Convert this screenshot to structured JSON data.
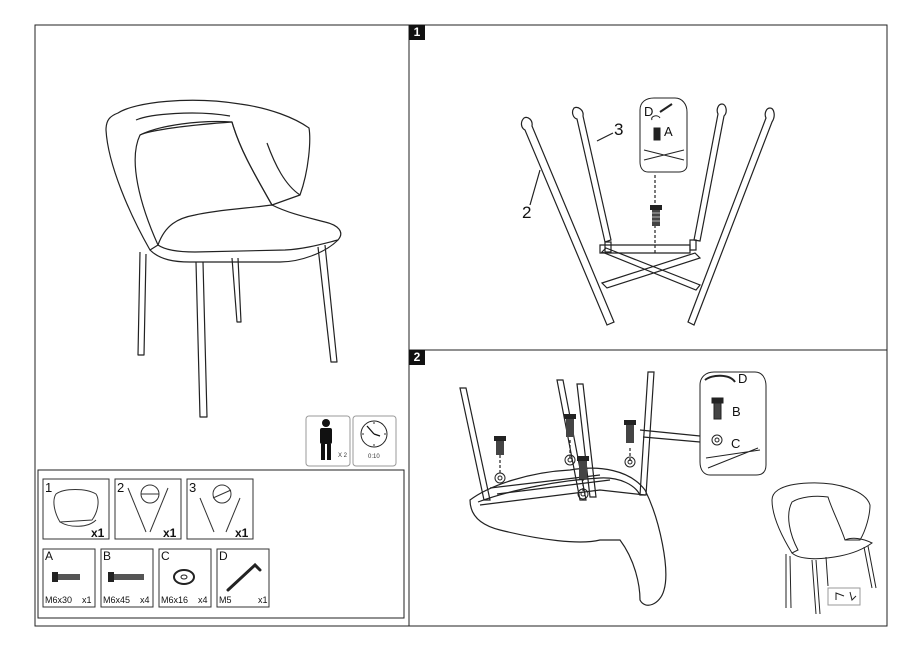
{
  "steps": [
    {
      "number": "1"
    },
    {
      "number": "2"
    }
  ],
  "step1": {
    "callouts": {
      "part2": "2",
      "part3": "3",
      "d": "D",
      "a": "A"
    }
  },
  "step2": {
    "callouts": {
      "d": "D",
      "b": "B",
      "c": "C"
    }
  },
  "badges": {
    "persons": "X 2",
    "time": "0:10"
  },
  "parts_list": [
    {
      "number": "1",
      "qty": "x1",
      "icon": "seat-icon"
    },
    {
      "number": "2",
      "qty": "x1",
      "icon": "front-leg-frame-icon"
    },
    {
      "number": "3",
      "qty": "x1",
      "icon": "rear-leg-frame-icon"
    }
  ],
  "hardware_list": [
    {
      "letter": "A",
      "code": "M6x30",
      "qty": "x1",
      "icon": "bolt-short-icon"
    },
    {
      "letter": "B",
      "code": "M6x45",
      "qty": "x4",
      "icon": "bolt-long-icon"
    },
    {
      "letter": "C",
      "code": "M6x16",
      "qty": "x4",
      "icon": "washer-icon"
    },
    {
      "letter": "D",
      "code": "M5",
      "qty": "x1",
      "icon": "allen-key-icon"
    }
  ]
}
